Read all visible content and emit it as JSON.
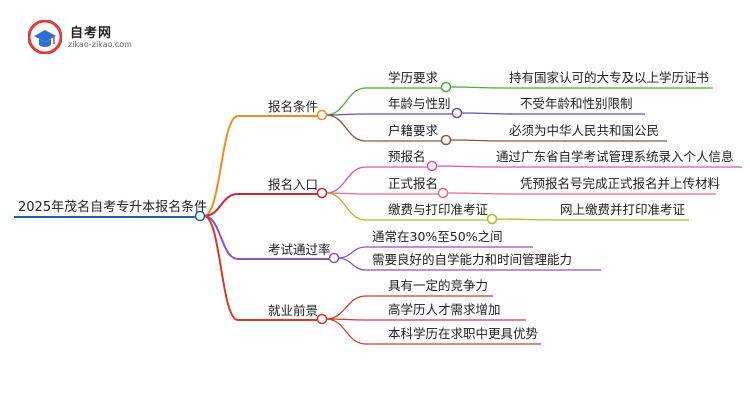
{
  "logo": {
    "title": "自考网",
    "url": "zikao-zikao.com"
  },
  "mindmap": {
    "root": "2025年茂名自考专升本报名条件",
    "branches": [
      {
        "label": "报名条件",
        "color": "#f28c1e",
        "children": [
          {
            "label": "学历要求",
            "color": "#4caf32",
            "detail": "持有国家认可的大专及以上学历证书"
          },
          {
            "label": "年龄与性别",
            "color": "#6b4fa6",
            "detail": "不受年龄和性别限制"
          },
          {
            "label": "户籍要求",
            "color": "#8a5a3c",
            "detail": "必须为中华人民共和国公民"
          }
        ]
      },
      {
        "label": "报名入口",
        "color": "#c8283c",
        "children": [
          {
            "label": "预报名",
            "color": "#e0559e",
            "detail": "通过广东省自学考试管理系统录入个人信息"
          },
          {
            "label": "正式报名",
            "color": "#e46a8e",
            "detail": "凭预报名号完成正式报名并上传材料"
          },
          {
            "label": "缴费与打印准考证",
            "color": "#a8c020",
            "detail": "网上缴费并打印准考证"
          }
        ]
      },
      {
        "label": "考试通过率",
        "color": "#8a55c0",
        "children": [
          {
            "label": "通常在30%至50%之间",
            "color": "#8a55c0"
          },
          {
            "label": "需要良好的自学能力和时间管理能力",
            "color": "#8a55c0"
          }
        ]
      },
      {
        "label": "就业前景",
        "color": "#d43a2e",
        "children": [
          {
            "label": "具有一定的竞争力",
            "color": "#d43a2e"
          },
          {
            "label": "高学历人才需求增加",
            "color": "#d43a2e"
          },
          {
            "label": "本科学历在求职中更具优势",
            "color": "#d43a2e"
          }
        ]
      }
    ]
  }
}
